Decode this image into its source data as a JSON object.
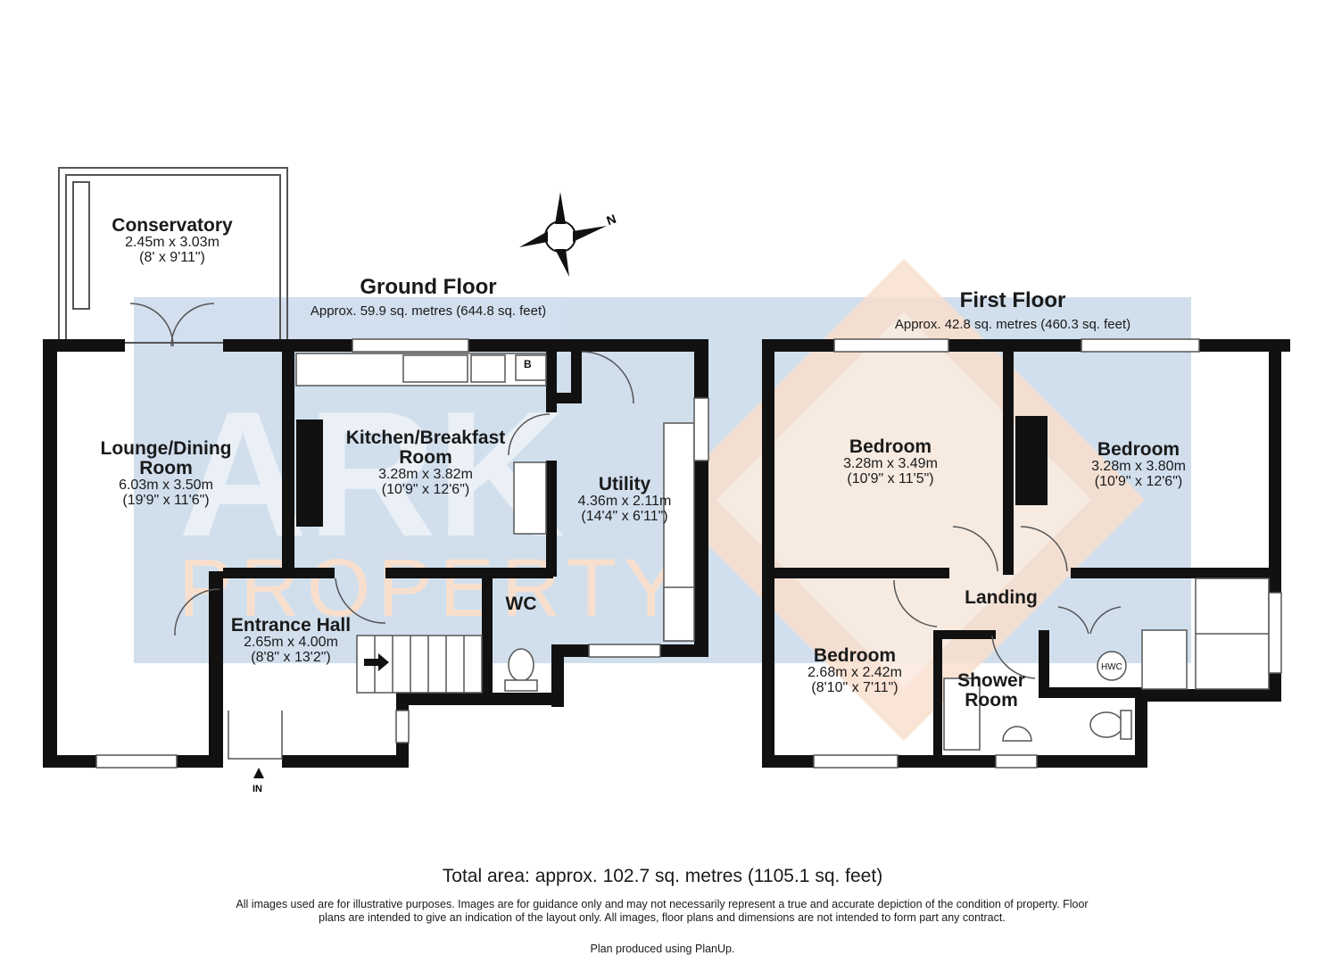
{
  "watermark": {
    "brand": "ARK",
    "sub": "PROPERTY",
    "colors": {
      "blue": "#c9d9ea",
      "peach": "#f7d9c3"
    }
  },
  "compass": {
    "north": "N"
  },
  "ground_floor": {
    "title": "Ground Floor",
    "area": "Approx. 59.9 sq. metres (644.8 sq. feet)",
    "rooms": [
      {
        "id": "conservatory",
        "name": "Conservatory",
        "metric": "2.45m x 3.03m",
        "imperial": "(8' x 9'11\")"
      },
      {
        "id": "lounge",
        "name": "Lounge/Dining Room",
        "metric": "6.03m x 3.50m",
        "imperial": "(19'9\" x 11'6\")"
      },
      {
        "id": "kitchen",
        "name": "Kitchen/Breakfast Room",
        "metric": "3.28m x 3.82m",
        "imperial": "(10'9\" x 12'6\")"
      },
      {
        "id": "utility",
        "name": "Utility",
        "metric": "4.36m x 2.11m",
        "imperial": "(14'4\" x 6'11\")"
      },
      {
        "id": "wc",
        "name": "WC",
        "metric": "",
        "imperial": ""
      },
      {
        "id": "entrance",
        "name": "Entrance Hall",
        "metric": "2.65m x 4.00m",
        "imperial": "(8'8\" x 13'2\")"
      }
    ],
    "entry": "IN",
    "boiler": "B"
  },
  "first_floor": {
    "title": "First Floor",
    "area": "Approx. 42.8 sq. metres (460.3 sq. feet)",
    "rooms": [
      {
        "id": "bed1",
        "name": "Bedroom",
        "metric": "3.28m x 3.49m",
        "imperial": "(10'9\" x 11'5\")"
      },
      {
        "id": "bed2",
        "name": "Bedroom",
        "metric": "3.28m x 3.80m",
        "imperial": "(10'9\" x 12'6\")"
      },
      {
        "id": "landing",
        "name": "Landing",
        "metric": "",
        "imperial": ""
      },
      {
        "id": "bed3",
        "name": "Bedroom",
        "metric": "2.68m x 2.42m",
        "imperial": "(8'10\" x 7'11\")"
      },
      {
        "id": "shower",
        "name": "Shower Room",
        "metric": "",
        "imperial": ""
      }
    ],
    "hwc": "HWC"
  },
  "total_area": "Total area: approx. 102.7 sq. metres (1105.1 sq. feet)",
  "disclaimer": "All images used are for illustrative purposes. Images are for guidance only and may not necessarily represent a true and accurate depiction of the condition of property. Floor plans are intended to give an indication of the layout only. All images, floor plans and dimensions are not intended to form part any contract.",
  "credit": "Plan produced using PlanUp."
}
